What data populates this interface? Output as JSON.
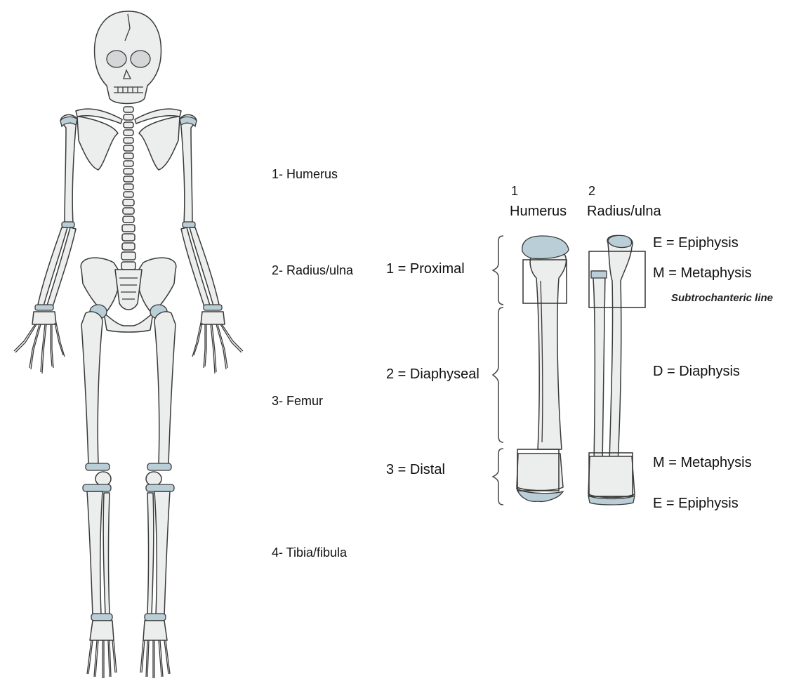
{
  "bone_list": {
    "humerus": "1- Humerus",
    "radius_ulna": "2- Radius/ulna",
    "femur": "3- Femur",
    "tibia_fibula": "4- Tibia/fibula"
  },
  "columns": {
    "humerus_num": "1",
    "humerus_name": "Humerus",
    "radius_num": "2",
    "radius_name": "Radius/ulna"
  },
  "regions": {
    "proximal": "1 = Proximal",
    "diaphyseal": "2 = Diaphyseal",
    "distal": "3 = Distal"
  },
  "parts": {
    "epiphysis_top": "E = Epiphysis",
    "metaphysis_top": "M = Metaphysis",
    "subtrochanteric": "Subtrochanteric line",
    "diaphysis": "D = Diaphysis",
    "metaphysis_bottom": "M = Metaphysis",
    "epiphysis_bottom": "E = Epiphysis"
  },
  "colors": {
    "bone_fill": "#eceeed",
    "bone_stroke": "#3a3a3a",
    "cartilage": "#b9ced6",
    "shadow": "#d3d7d8"
  }
}
